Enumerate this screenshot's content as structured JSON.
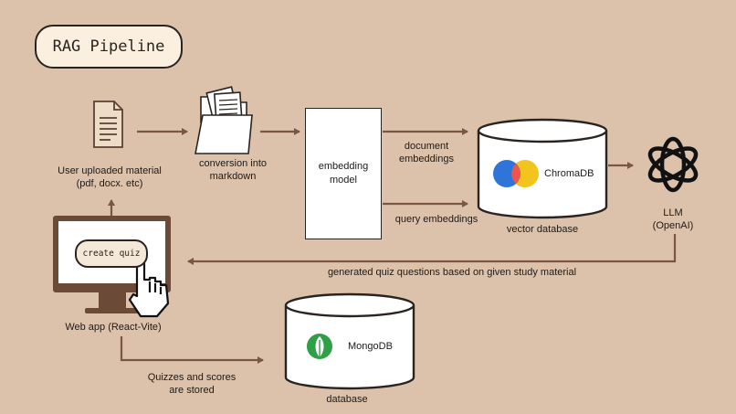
{
  "title": "RAG Pipeline",
  "nodes": {
    "user_material": "User uploaded material\n(pdf, docx. etc)",
    "conversion": "conversion into\nmarkdown",
    "embedding_model": "embedding\nmodel",
    "vector_db_name": "ChromaDB",
    "vector_db_caption": "vector database",
    "llm": "LLM\n(OpenAI)",
    "web_app": "Web app (React-Vite)",
    "create_quiz": "create quiz",
    "mongo_name": "MongoDB",
    "mongo_caption": "database"
  },
  "edges": {
    "document_embeddings": "document\nembeddings",
    "query_embeddings": "query embeddings",
    "generated": "generated quiz questions based on given study material",
    "stored": "Quizzes and scores\nare stored"
  },
  "colors": {
    "background": "#dcc2ab",
    "arrow": "#7a5742",
    "monitor": "#6b4a37",
    "chroma_blue": "#2f74d9",
    "chroma_orange": "#f0554a",
    "chroma_yellow": "#f3c41c",
    "mongo_green": "#2fa045"
  },
  "icons": [
    "document-icon",
    "folder-icon",
    "openai-icon",
    "chromadb-logo",
    "mongodb-leaf-icon",
    "monitor-icon",
    "hand-pointer-icon"
  ]
}
